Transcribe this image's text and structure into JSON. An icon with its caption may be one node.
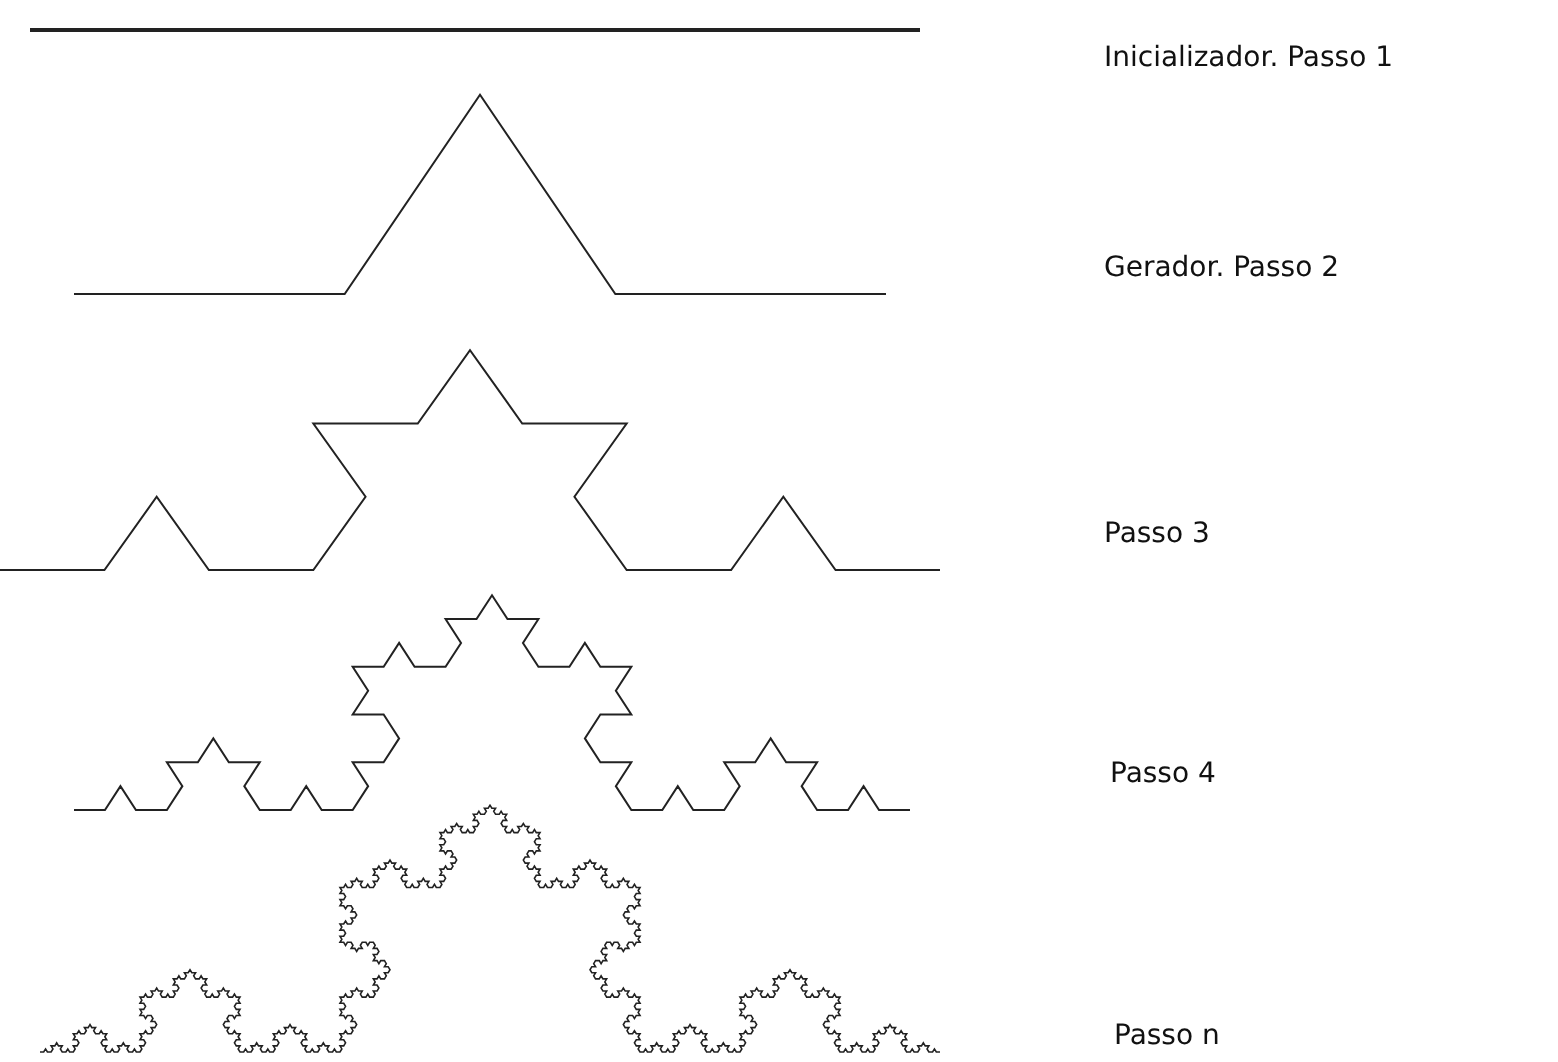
{
  "diagram": {
    "labels": [
      "Inicializador. Passo 1",
      "Gerador. Passo 2",
      "Passo 3",
      "Passo 4",
      "Passo n"
    ]
  }
}
